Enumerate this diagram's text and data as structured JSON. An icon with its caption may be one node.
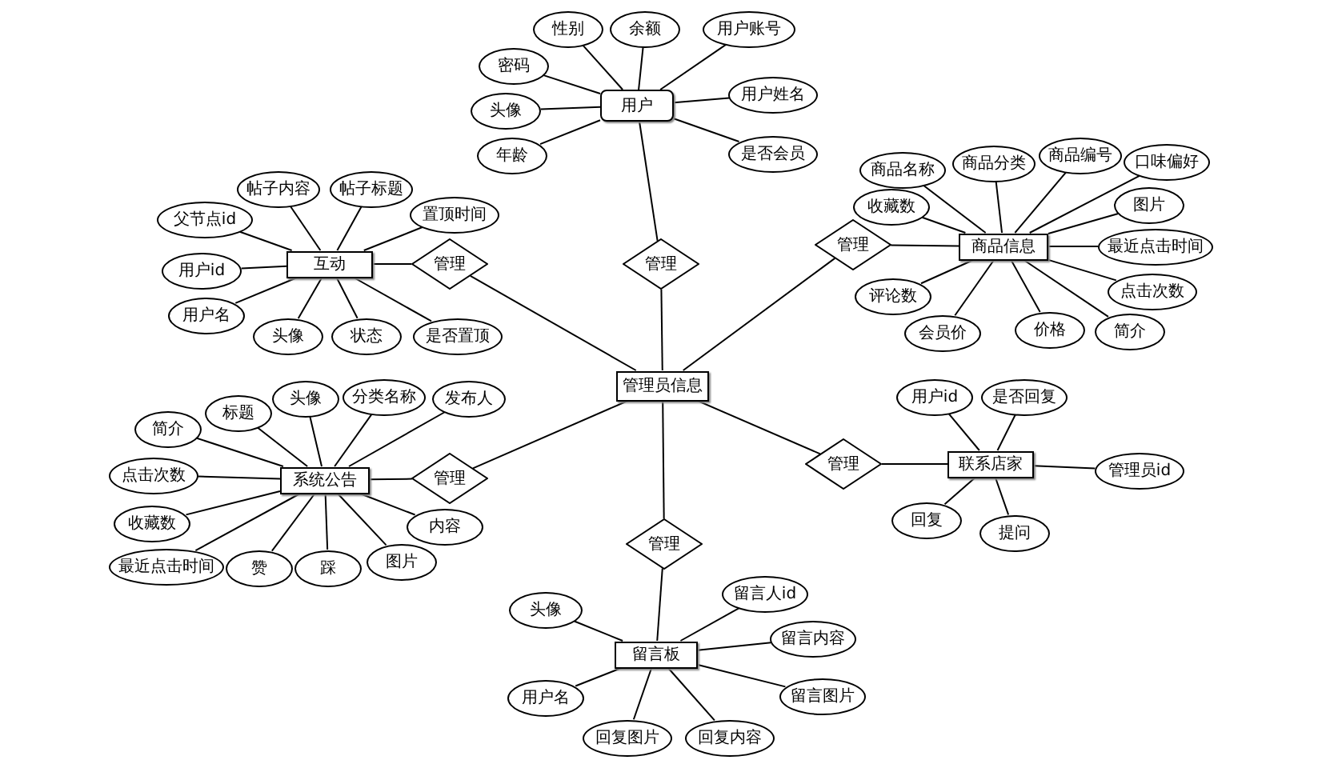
{
  "diagram": {
    "nodes": [
      {
        "text": [
          "用户"
        ]
      },
      {
        "text": [
          "性别"
        ]
      },
      {
        "text": [
          "余额"
        ]
      },
      {
        "text": [
          "用户账号"
        ]
      },
      {
        "text": [
          "密码"
        ]
      },
      {
        "text": [
          "头像"
        ]
      },
      {
        "text": [
          "年龄"
        ]
      },
      {
        "text": [
          "用户姓名"
        ]
      },
      {
        "text": [
          "是否会员"
        ]
      },
      {
        "text": [
          "管理"
        ]
      },
      {
        "text": [
          "互动"
        ]
      },
      {
        "text": [
          "帖子内容"
        ]
      },
      {
        "text": [
          "帖子标题"
        ]
      },
      {
        "text": [
          "置顶时间"
        ]
      },
      {
        "text": [
          "父节点id"
        ]
      },
      {
        "text": [
          "用户id"
        ]
      },
      {
        "text": [
          "用户名"
        ]
      },
      {
        "text": [
          "头像"
        ]
      },
      {
        "text": [
          "状态"
        ]
      },
      {
        "text": [
          "是否置顶"
        ]
      },
      {
        "text": [
          "管理"
        ]
      },
      {
        "text": [
          "商品信息"
        ]
      },
      {
        "text": [
          "商品名称"
        ]
      },
      {
        "text": [
          "商品分类"
        ]
      },
      {
        "text": [
          "商品编号"
        ]
      },
      {
        "text": [
          "口味偏好"
        ]
      },
      {
        "text": [
          "收藏数"
        ]
      },
      {
        "text": [
          "图片"
        ]
      },
      {
        "text": [
          "最近点击时间"
        ]
      },
      {
        "text": [
          "点击次数"
        ]
      },
      {
        "text": [
          "评论数"
        ]
      },
      {
        "text": [
          "会员价"
        ]
      },
      {
        "text": [
          "价格"
        ]
      },
      {
        "text": [
          "简介"
        ]
      },
      {
        "text": [
          "管理"
        ]
      },
      {
        "text": [
          "管理员信息"
        ]
      },
      {
        "text": [
          "系统公告"
        ]
      },
      {
        "text": [
          "简介"
        ]
      },
      {
        "text": [
          "标题"
        ]
      },
      {
        "text": [
          "头像"
        ]
      },
      {
        "text": [
          "分类名称"
        ]
      },
      {
        "text": [
          "发布人"
        ]
      },
      {
        "text": [
          "点击次数"
        ]
      },
      {
        "text": [
          "收藏数"
        ]
      },
      {
        "text": [
          "最近点击时间"
        ]
      },
      {
        "text": [
          "赞"
        ]
      },
      {
        "text": [
          "踩"
        ]
      },
      {
        "text": [
          "图片"
        ]
      },
      {
        "text": [
          "内容"
        ]
      },
      {
        "text": [
          "管理"
        ]
      },
      {
        "text": [
          "联系店家"
        ]
      },
      {
        "text": [
          "用户id"
        ]
      },
      {
        "text": [
          "是否回复"
        ]
      },
      {
        "text": [
          "管理员id"
        ]
      },
      {
        "text": [
          "回复"
        ]
      },
      {
        "text": [
          "提问"
        ]
      },
      {
        "text": [
          "管理"
        ]
      },
      {
        "text": [
          "留言板"
        ]
      },
      {
        "text": [
          "头像"
        ]
      },
      {
        "text": [
          "留言人id"
        ]
      },
      {
        "text": [
          "留言内容"
        ]
      },
      {
        "text": [
          "留言图片"
        ]
      },
      {
        "text": [
          "用户名"
        ]
      },
      {
        "text": [
          "回复图片"
        ]
      },
      {
        "text": [
          "回复内容"
        ]
      },
      {
        "text": [
          "管理"
        ]
      }
    ],
    "edges": [
      {
        "from": 1,
        "to": 0,
        "arrow": "none"
      },
      {
        "from": 2,
        "to": 0,
        "arrow": "none"
      },
      {
        "from": 3,
        "to": 0,
        "arrow": "none"
      },
      {
        "from": 4,
        "to": 0,
        "arrow": "none"
      },
      {
        "from": 5,
        "to": 0,
        "arrow": "none"
      },
      {
        "from": 6,
        "to": 0,
        "arrow": "none"
      },
      {
        "from": 7,
        "to": 0,
        "arrow": "none"
      },
      {
        "from": 8,
        "to": 0,
        "arrow": "none"
      },
      {
        "from": 0,
        "to": 9,
        "arrow": "none"
      },
      {
        "from": 9,
        "to": 35,
        "arrow": "none"
      },
      {
        "from": 11,
        "to": 10,
        "arrow": "none"
      },
      {
        "from": 12,
        "to": 10,
        "arrow": "none"
      },
      {
        "from": 13,
        "to": 10,
        "arrow": "none"
      },
      {
        "from": 14,
        "to": 10,
        "arrow": "none"
      },
      {
        "from": 15,
        "to": 10,
        "arrow": "none"
      },
      {
        "from": 16,
        "to": 10,
        "arrow": "none"
      },
      {
        "from": 17,
        "to": 10,
        "arrow": "none"
      },
      {
        "from": 18,
        "to": 10,
        "arrow": "none"
      },
      {
        "from": 19,
        "to": 10,
        "arrow": "none"
      },
      {
        "from": 10,
        "to": 20,
        "arrow": "none"
      },
      {
        "from": 20,
        "to": 35,
        "arrow": "none"
      },
      {
        "from": 22,
        "to": 21,
        "arrow": "none"
      },
      {
        "from": 23,
        "to": 21,
        "arrow": "none"
      },
      {
        "from": 24,
        "to": 21,
        "arrow": "none"
      },
      {
        "from": 25,
        "to": 21,
        "arrow": "none"
      },
      {
        "from": 26,
        "to": 21,
        "arrow": "none"
      },
      {
        "from": 27,
        "to": 21,
        "arrow": "none"
      },
      {
        "from": 28,
        "to": 21,
        "arrow": "none"
      },
      {
        "from": 29,
        "to": 21,
        "arrow": "none"
      },
      {
        "from": 30,
        "to": 21,
        "arrow": "none"
      },
      {
        "from": 31,
        "to": 21,
        "arrow": "none"
      },
      {
        "from": 32,
        "to": 21,
        "arrow": "none"
      },
      {
        "from": 33,
        "to": 21,
        "arrow": "none"
      },
      {
        "from": 21,
        "to": 34,
        "arrow": "none"
      },
      {
        "from": 34,
        "to": 35,
        "arrow": "none"
      },
      {
        "from": 37,
        "to": 36,
        "arrow": "none"
      },
      {
        "from": 38,
        "to": 36,
        "arrow": "none"
      },
      {
        "from": 39,
        "to": 36,
        "arrow": "none"
      },
      {
        "from": 40,
        "to": 36,
        "arrow": "none"
      },
      {
        "from": 41,
        "to": 36,
        "arrow": "none"
      },
      {
        "from": 42,
        "to": 36,
        "arrow": "none"
      },
      {
        "from": 43,
        "to": 36,
        "arrow": "none"
      },
      {
        "from": 44,
        "to": 36,
        "arrow": "none"
      },
      {
        "from": 45,
        "to": 36,
        "arrow": "none"
      },
      {
        "from": 46,
        "to": 36,
        "arrow": "none"
      },
      {
        "from": 47,
        "to": 36,
        "arrow": "none"
      },
      {
        "from": 48,
        "to": 36,
        "arrow": "none"
      },
      {
        "from": 36,
        "to": 49,
        "arrow": "none"
      },
      {
        "from": 49,
        "to": 35,
        "arrow": "none"
      },
      {
        "from": 51,
        "to": 50,
        "arrow": "none"
      },
      {
        "from": 52,
        "to": 50,
        "arrow": "none"
      },
      {
        "from": 53,
        "to": 50,
        "arrow": "none"
      },
      {
        "from": 54,
        "to": 50,
        "arrow": "none"
      },
      {
        "from": 55,
        "to": 50,
        "arrow": "none"
      },
      {
        "from": 50,
        "to": 56,
        "arrow": "none"
      },
      {
        "from": 56,
        "to": 35,
        "arrow": "none"
      },
      {
        "from": 58,
        "to": 57,
        "arrow": "none"
      },
      {
        "from": 59,
        "to": 57,
        "arrow": "none"
      },
      {
        "from": 60,
        "to": 57,
        "arrow": "none"
      },
      {
        "from": 61,
        "to": 57,
        "arrow": "none"
      },
      {
        "from": 62,
        "to": 57,
        "arrow": "none"
      },
      {
        "from": 63,
        "to": 57,
        "arrow": "none"
      },
      {
        "from": 64,
        "to": 57,
        "arrow": "none"
      },
      {
        "from": 57,
        "to": 65,
        "arrow": "none"
      },
      {
        "from": 65,
        "to": 35,
        "arrow": "none"
      }
    ]
  }
}
